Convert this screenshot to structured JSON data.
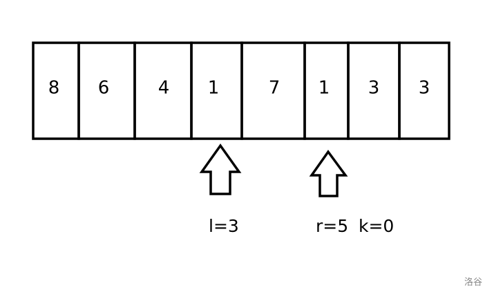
{
  "array": {
    "cells": [
      "8",
      "6",
      "4",
      "1",
      "7",
      "1",
      "3",
      "3"
    ]
  },
  "pointers": {
    "left_label": "l=3",
    "right_label": "r=5",
    "k_label": "k=0"
  },
  "watermark": "洛谷",
  "colors": {
    "stroke": "#000000",
    "background": "#ffffff",
    "watermark": "#8a8a8a"
  }
}
